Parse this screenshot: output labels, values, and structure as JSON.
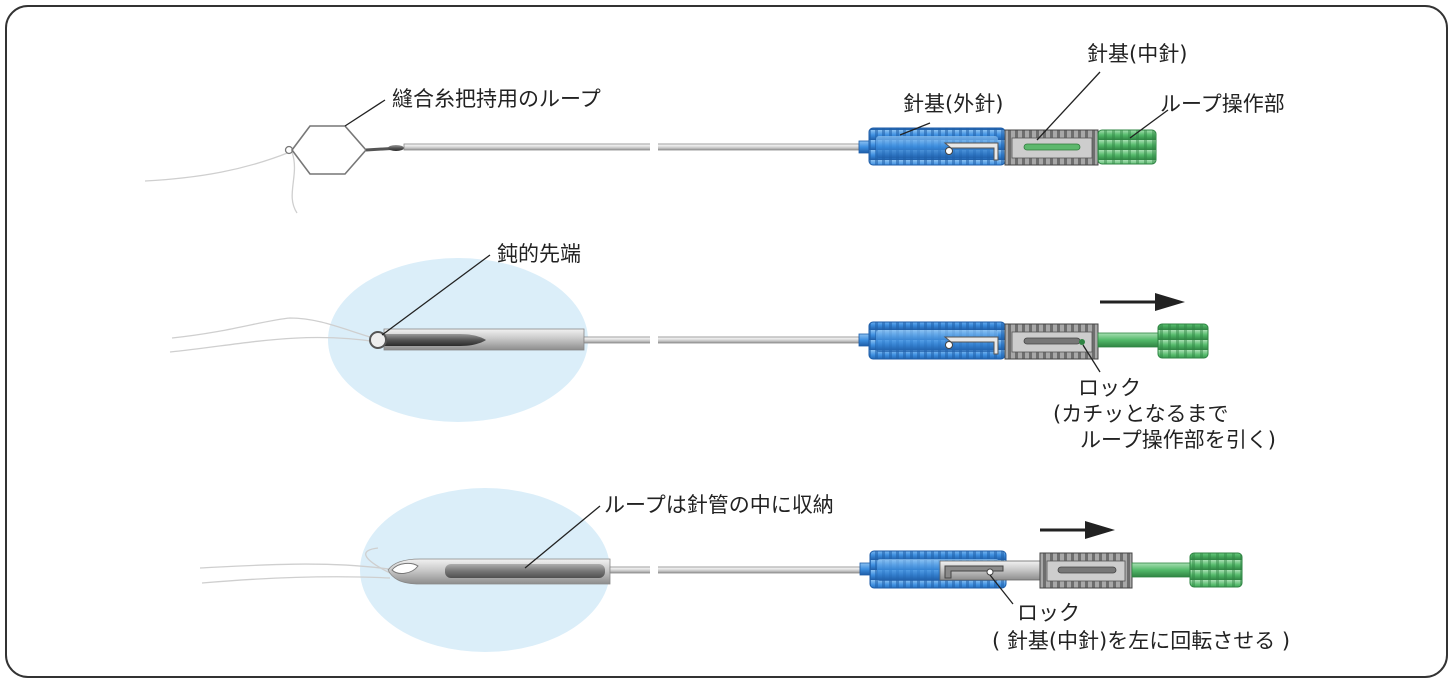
{
  "colors": {
    "frame": "#333333",
    "needle_hub_outer": "#3d8fe0",
    "needle_hub_inner": "#8a8a8a",
    "loop_handle": "#53b96a",
    "tissue": "#dbeef9"
  },
  "icons": {
    "arrow": "right-arrow-icon"
  },
  "row1": {
    "loop_label": "縫合糸把持用のループ",
    "outer_hub_label": "針基(外針)",
    "inner_hub_label": "針基(中針)",
    "loop_control_label": "ループ操作部"
  },
  "row2": {
    "blunt_tip_label": "鈍的先端",
    "lock_label": "ロック",
    "lock_note_line1": "(カチッとなるまで",
    "lock_note_line2": "ループ操作部を引く)"
  },
  "row3": {
    "stored_label": "ループは針管の中に収納",
    "lock_label": "ロック",
    "lock_note": "( 針基(中針)を左に回転させる )"
  }
}
